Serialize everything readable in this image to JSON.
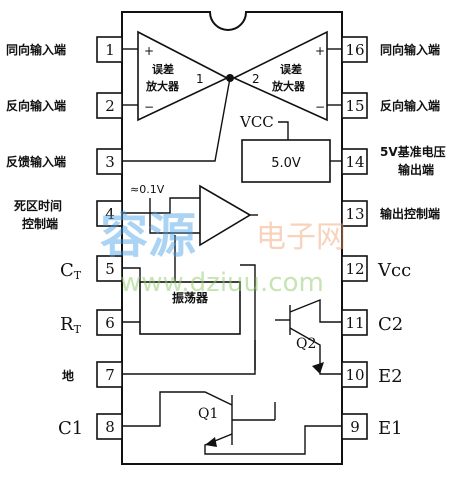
{
  "pins_left": [
    {
      "num": "1",
      "label": "同向输入端"
    },
    {
      "num": "2",
      "label": "反向输入端"
    },
    {
      "num": "3",
      "label": "反馈输入端"
    },
    {
      "num": "4",
      "label_line1": "死区时间",
      "label_line2": "控制端"
    },
    {
      "num": "5",
      "label": "C",
      "sub": "T"
    },
    {
      "num": "6",
      "label": "R",
      "sub": "T"
    },
    {
      "num": "7",
      "label": "地"
    },
    {
      "num": "8",
      "label": "C1"
    }
  ],
  "pins_right": [
    {
      "num": "16",
      "label": "同向输入端"
    },
    {
      "num": "15",
      "label": "反向输入端"
    },
    {
      "num": "14",
      "label_line1": "5V基准电压",
      "label_line2": "输出端"
    },
    {
      "num": "13",
      "label": "输出控制端"
    },
    {
      "num": "12",
      "label": "Vcc"
    },
    {
      "num": "11",
      "label": "C2"
    },
    {
      "num": "10",
      "label": "E2"
    },
    {
      "num": "9",
      "label": "E1"
    }
  ],
  "internal": {
    "amp1": {
      "number": "1",
      "line1": "误差",
      "line2": "放大器",
      "plus": "+",
      "minus": "−"
    },
    "amp2": {
      "number": "2",
      "line1": "误差",
      "line2": "放大器",
      "plus": "+",
      "minus": "−"
    },
    "vref_supply": "VCC",
    "vref_box": "5.0V",
    "deadtime_offset": "≈0.1V",
    "oscillator": "振荡器",
    "q1": "Q1",
    "q2": "Q2"
  },
  "watermark": {
    "cn_main": "容源",
    "cn_sub": "电子网",
    "url": "www.dziuu.com"
  }
}
